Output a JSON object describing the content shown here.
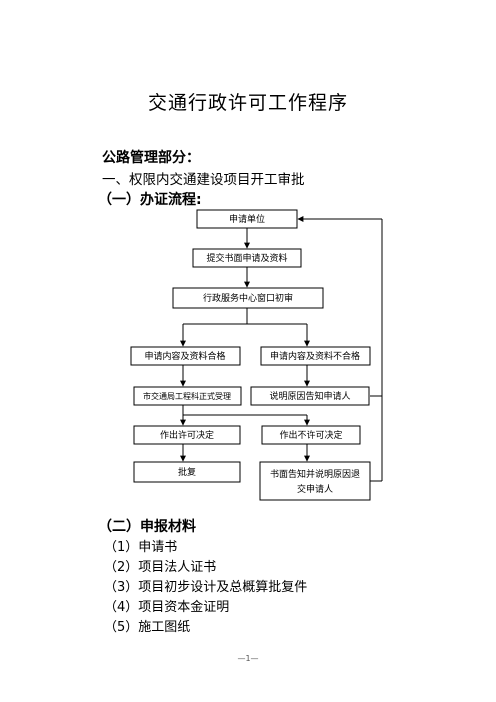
{
  "document": {
    "title": "交通行政许可工作程序",
    "section": "公路管理部分：",
    "item1": "一、权限内交通建设项目开工审批",
    "sub1": "（一）办证流程:",
    "sub2": "（二）申报材料",
    "materials": [
      "（1）申请书",
      "（2）项目法人证书",
      "（3）项目初步设计及总概算批复件",
      "（4）项目资本金证明",
      "（5）施工图纸"
    ],
    "page_number": "—1—"
  },
  "flow": {
    "apply_unit": "申请单位",
    "submit": "提交书面申请及资料",
    "window": "行政服务中心窗口初审",
    "ok": "申请内容及资料合格",
    "fail": "申请内容及资料不合格",
    "accept": "市交通局工程科正式受理",
    "explain": "说明原因告知申请人",
    "permit": "作出许可决定",
    "deny": "作出不许可决定",
    "approve": "批复",
    "return_line1": "书面告知并说明原因退",
    "return_line2": "交申请人"
  }
}
